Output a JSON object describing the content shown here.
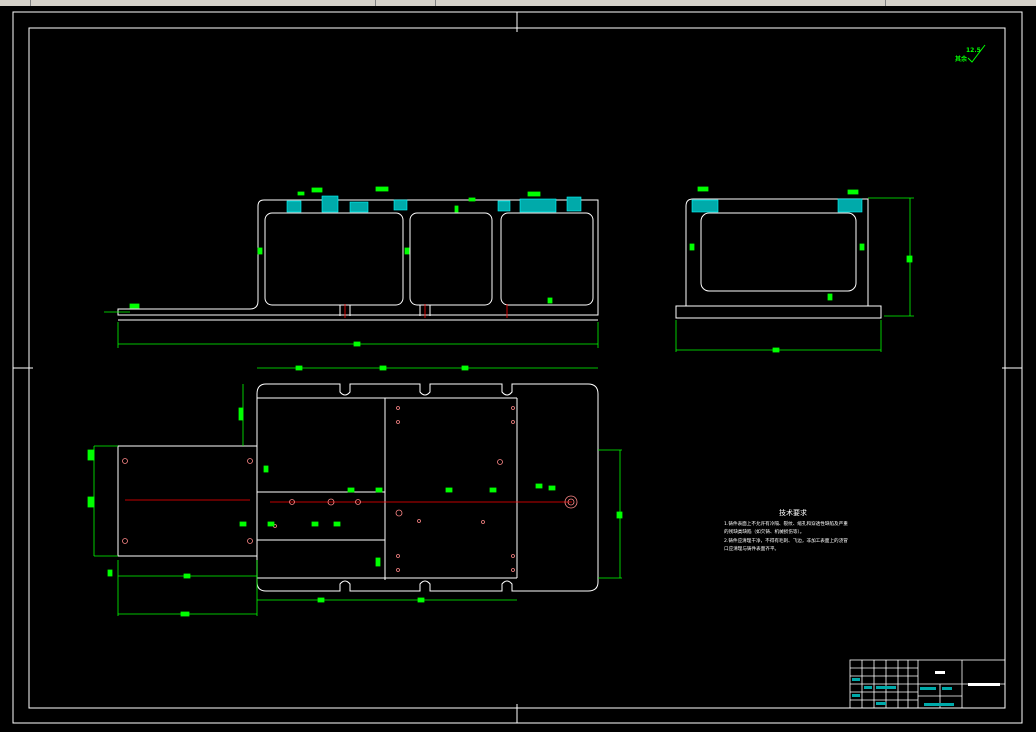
{
  "technical_requirements": {
    "title": "技术要求",
    "lines": [
      "1.铸件表面上不允许有冷隔、裂纹、缩孔和穿透性缺陷及严重",
      "的残缺类缺陷（如欠铸、机械损伤等）。",
      "2.铸件应清理干净，不得有毛刺、飞边，非加工表面上的浇冒",
      "口应清理与铸件表面齐平。"
    ]
  },
  "roughness_mark": "其余",
  "roughness_value": "12.5",
  "colors": {
    "background": "#000000",
    "outline": "#ffffff",
    "dimension": "#00ff00",
    "centerline": "#ff0000",
    "hatch": "#00ffff"
  }
}
